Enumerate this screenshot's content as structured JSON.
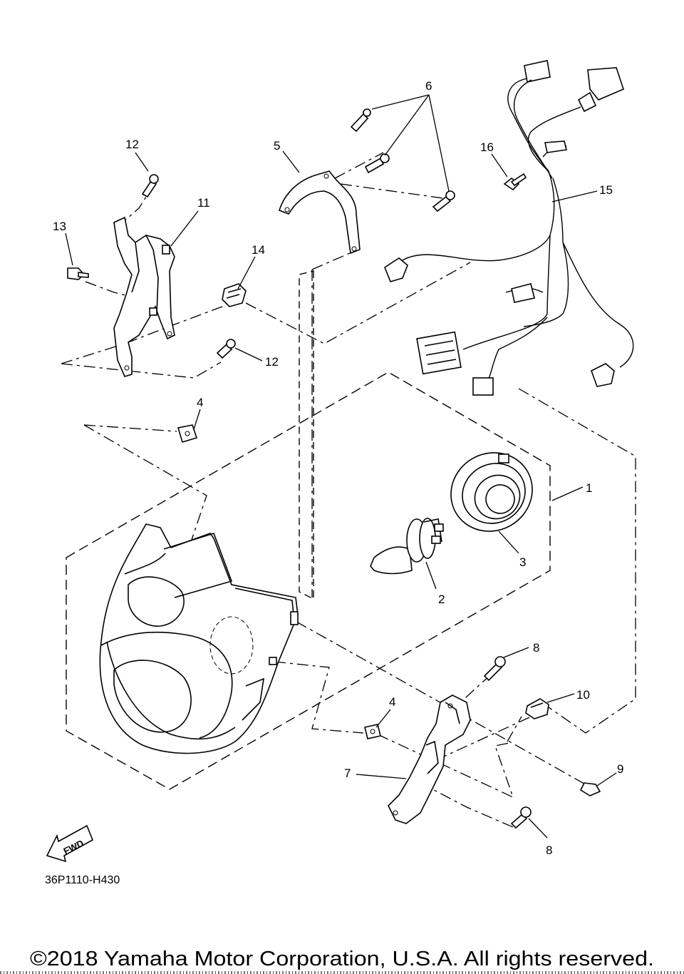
{
  "callouts": {
    "c1": "1",
    "c2": "2",
    "c3": "3",
    "c4a": "4",
    "c4b": "4",
    "c5": "5",
    "c6": "6",
    "c7": "7",
    "c8a": "8",
    "c8b": "8",
    "c9": "9",
    "c10": "10",
    "c11": "11",
    "c12a": "12",
    "c12b": "12",
    "c13": "13",
    "c14": "14",
    "c15": "15",
    "c16": "16"
  },
  "fwd_label": "FWD",
  "reference_code": "36P1110-H430",
  "copyright": "©2018 Yamaha Motor Corporation, U.S.A. All rights reserved.",
  "icons": [
    "fwd-arrow-icon"
  ],
  "colors": {
    "line": "#000000",
    "background": "#ffffff"
  }
}
